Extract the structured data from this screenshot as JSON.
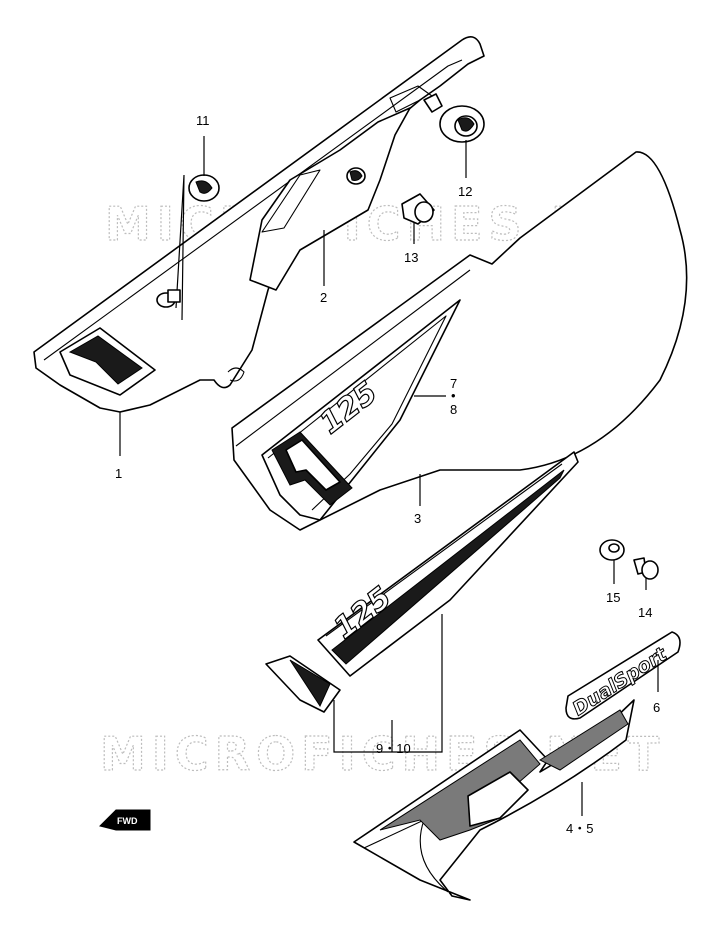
{
  "watermark": "MICROFICHES.NET",
  "callouts": {
    "c1": "1",
    "c2": "2",
    "c3": "3",
    "c7_8_a": "7",
    "c7_8_dot": "•",
    "c7_8_b": "8",
    "c9_10": "9・10",
    "c11": "11",
    "c12": "12",
    "c13": "13",
    "c14": "14",
    "c15": "15",
    "c6": "6",
    "c4_5": "4・5"
  },
  "emblems": {
    "model_number": "125",
    "dualsport_logo": "DualSport",
    "fwd_arrow": "FWD"
  },
  "icons": [
    "fwd-arrow-icon"
  ],
  "colors": {
    "line": "#000000",
    "background": "#ffffff",
    "watermark": "#bdbdbd"
  }
}
